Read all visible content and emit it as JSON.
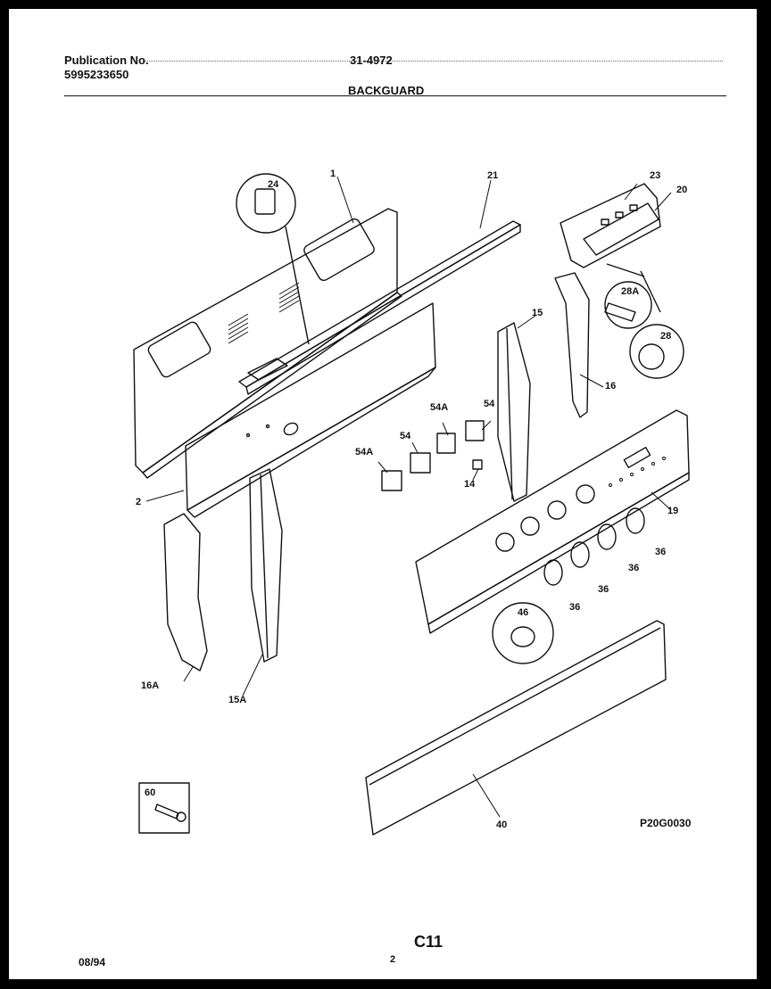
{
  "header": {
    "publication_label": "Publication No.",
    "publication_number": "5995233650",
    "sheet_code": "31-4972",
    "section_title": "BACKGUARD"
  },
  "callouts": {
    "c1": "1",
    "c2": "2",
    "c14": "14",
    "c15": "15",
    "c15A": "15A",
    "c16": "16",
    "c16A": "16A",
    "c19": "19",
    "c20": "20",
    "c21": "21",
    "c23": "23",
    "c24": "24",
    "c28": "28",
    "c28A": "28A",
    "c36a": "36",
    "c36b": "36",
    "c36c": "36",
    "c36d": "36",
    "c40": "40",
    "c46": "46",
    "c54a": "54",
    "c54b": "54",
    "c54Aa": "54A",
    "c54Ab": "54A",
    "c60": "60"
  },
  "footer": {
    "drawing_ref": "P20G0030",
    "page_code": "C11",
    "page_number": "2",
    "date": "08/94"
  }
}
